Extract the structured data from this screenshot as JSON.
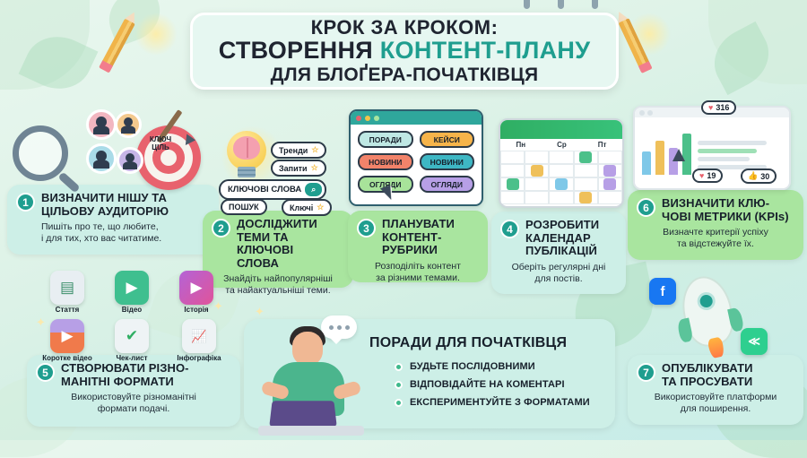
{
  "title": {
    "line1": "КРОК ЗА КРОКОМ:",
    "line2_a": "СТВОРЕННЯ ",
    "line2_accent": "КОНТЕНТ-ПЛАНУ",
    "line3": "ДЛЯ БЛОҐЕРА-ПОЧАТКІВЦЯ",
    "accent_color": "#1f9e8f"
  },
  "steps": [
    {
      "number": "1",
      "title": "ВИЗНАЧИТИ НІШУ ТА\nЦІЛЬОВУ АУДИТОРІЮ",
      "subtitle": "Пишіть про те, що любите,\nі для тих, хто вас читатиме."
    },
    {
      "number": "2",
      "title": "ДОСЛІДЖИТИ\nТЕМИ ТА КЛЮЧОВІ\nСЛОВА",
      "subtitle": "Знайдіть найпопулярніші\nта найактуальніші теми."
    },
    {
      "number": "3",
      "title": "ПЛАНУВАТИ\nКОНТЕНТ-РУБРИКИ",
      "subtitle": "Розподіліть контент\nза різними темами."
    },
    {
      "number": "4",
      "title": "РОЗРОБИТИ\nКАЛЕНДАР\nПУБЛІКАЦІЙ",
      "subtitle": "Оберіть регулярні дні\nдля постів."
    },
    {
      "number": "5",
      "title": "СТВОРЮВАТИ РІЗНО-\nМАНІТНІ ФОРМАТИ",
      "subtitle": "Використовуйте різноманітні\nформати подачі."
    },
    {
      "number": "6",
      "title": "ВИЗНАЧИТИ КЛЮ-\nЧОВІ МЕТРИКИ (KPIs)",
      "subtitle": "Визначте критерії успіху\nта відстежуйте їх."
    },
    {
      "number": "7",
      "title": "ОПУБЛІКУВАТИ\nТА ПРОСУВАТИ",
      "subtitle": "Використовуйте платформи\nдля поширення."
    }
  ],
  "keyword_tags": {
    "trendy": "Тренди",
    "zapyty": "Запити",
    "keywords": "КЛЮЧОВІ СЛОВА",
    "poshuk": "ПОШУК",
    "kliuchi": "Ключі",
    "star": "☆",
    "search_icon": "search-icon"
  },
  "rubrics": [
    {
      "label": "ПОРАДИ",
      "color": "#bfe8e4"
    },
    {
      "label": "КЕЙСИ",
      "color": "#f6b councils"
    },
    {
      "label": "НОВИНИ",
      "color": "#f2836a"
    },
    {
      "label": "НОВИНИ",
      "color": "#3eb7c4"
    },
    {
      "label": "ОГЛЯДИ",
      "color": "#a8e39a"
    },
    {
      "label": "ОГЛЯДИ",
      "color": "#b79fe6"
    }
  ],
  "rubric_colors": [
    "#bfe8e4",
    "#f6b44a",
    "#f2836a",
    "#3eb7c4",
    "#a8e39a",
    "#b79fe6"
  ],
  "calendar": {
    "day_headers": [
      "Пн",
      "Ср",
      "Пт"
    ],
    "events": [
      {
        "row": 0,
        "col": 3,
        "color": "#4cc08a"
      },
      {
        "row": 1,
        "col": 1,
        "color": "#efc05a"
      },
      {
        "row": 1,
        "col": 4,
        "color": "#b79fe6"
      },
      {
        "row": 2,
        "col": 0,
        "color": "#4cc08a"
      },
      {
        "row": 2,
        "col": 2,
        "color": "#7fc8e8"
      },
      {
        "row": 2,
        "col": 4,
        "color": "#b79fe6"
      },
      {
        "row": 3,
        "col": 3,
        "color": "#efc05a"
      }
    ]
  },
  "kpi": {
    "likes": "316",
    "likes_icon": "heart-icon",
    "thumbs": "19",
    "thumbs_icon": "thumb-up-icon",
    "shares": "30",
    "shares_icon": "share-icon",
    "bar_values": [
      26,
      38,
      30,
      46
    ],
    "bar_colors": [
      "#7fc8e8",
      "#efc05a",
      "#b79fe6",
      "#4cc08a"
    ]
  },
  "formats": [
    {
      "label": "Стаття",
      "icon": "article-icon",
      "color": "#e8eef2",
      "glyph": "▤"
    },
    {
      "label": "Відео",
      "icon": "play-icon",
      "color": "#3fbf8f",
      "glyph": "▶"
    },
    {
      "label": "Історія",
      "icon": "stories-icon",
      "color": "#b463d6",
      "glyph": "▶"
    },
    {
      "label": "Коротке відео",
      "icon": "short-video-icon",
      "color": "#f07a4b",
      "glyph": "▶"
    },
    {
      "label": "Чек-лист",
      "icon": "checklist-icon",
      "color": "#eef3f5",
      "glyph": "✔"
    },
    {
      "label": "Інфографіка",
      "icon": "infographic-icon",
      "color": "#eef3f5",
      "glyph": "📈"
    }
  ],
  "tips": {
    "title": "ПОРАДИ ДЛЯ ПОЧАТКІВЦЯ",
    "items": [
      "БУДЬТЕ ПОСЛІДОВНИМИ",
      "ВІДПОВІДАЙТЕ НА КОМЕНТАРІ",
      "ЕКСПЕРИМЕНТУЙТЕ З ФОРМАТАМИ"
    ]
  },
  "target_label": "КЛЮЧ\nЦІЛЬ",
  "social": {
    "facebook": "f",
    "share_icon": "share-icon"
  },
  "theme": {
    "accent": "#1f9e8f",
    "card_teal": "#cdefe7",
    "card_green": "#a9e59f",
    "text_dark": "#17202b"
  }
}
